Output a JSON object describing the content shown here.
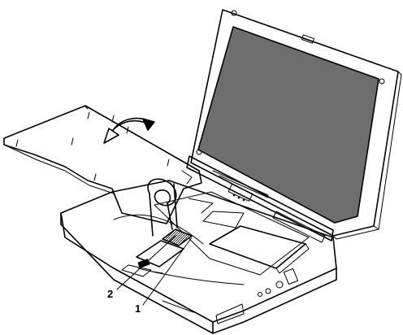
{
  "callouts": [
    {
      "id": "1",
      "label": "1"
    },
    {
      "id": "2",
      "label": "2"
    }
  ],
  "colors": {
    "line": "#000000",
    "screen": "#6e6e6e",
    "background": "#ffffff"
  }
}
